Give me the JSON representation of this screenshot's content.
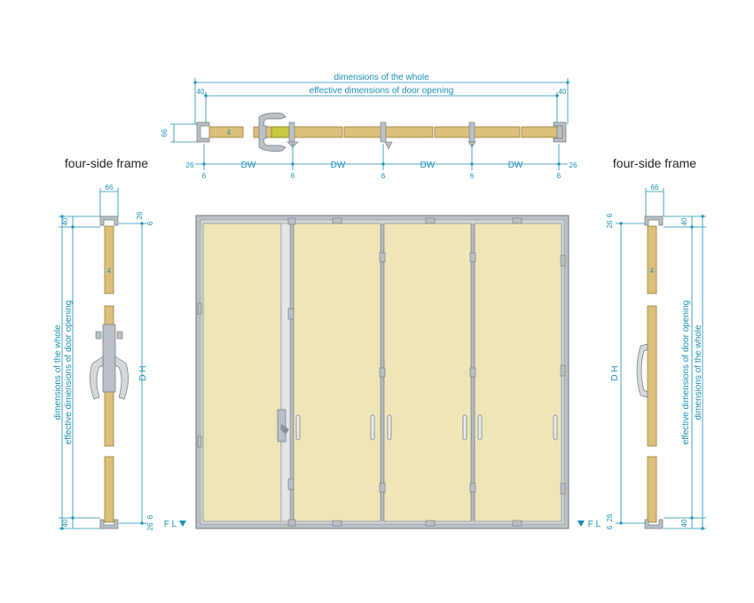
{
  "colors": {
    "dimension": "#1a8fb4",
    "door_panel": "#efe6b8",
    "wood_section": "#dcc07a",
    "frame": "#9aa3a8",
    "hardware": "#b9c1c6",
    "heading": "#222222"
  },
  "top_view": {
    "overall_label": "dimensions of the whole",
    "opening_label": "effective dimensions of door opening",
    "left_offset": "40",
    "right_offset": "40",
    "thickness": "66",
    "inner_dim": "4",
    "left_edge": "26",
    "right_edge": "26",
    "gaps": [
      "6",
      "6",
      "6",
      "6",
      "6"
    ],
    "widths": [
      "DW",
      "DW",
      "DW",
      "DW"
    ]
  },
  "left_section": {
    "title": "four-side frame",
    "width": "66",
    "top_main": "40",
    "top_small_a": "26",
    "top_small_b": "6",
    "mid_dim": "4",
    "bottom_main": "40",
    "bottom_small_a": "6",
    "bottom_small_b": "26",
    "height_label": "D H",
    "floor_label": "F L",
    "floor_icon": "floor-triangle-icon",
    "overall_label": "dimensions of the whole",
    "opening_label": "effective dimensions of door opening"
  },
  "right_section": {
    "title": "four-side frame",
    "width": "66",
    "top_small_a": "6",
    "top_small_b": "26",
    "top_main": "40",
    "mid_dim": "4",
    "bottom_small_a": "26",
    "bottom_small_b": "6",
    "bottom_main": "40",
    "height_label": "D H",
    "floor_label": "F L",
    "floor_icon": "floor-triangle-icon",
    "overall_label": "dimensions of the whole",
    "opening_label": "effective dimensions of door opening"
  }
}
